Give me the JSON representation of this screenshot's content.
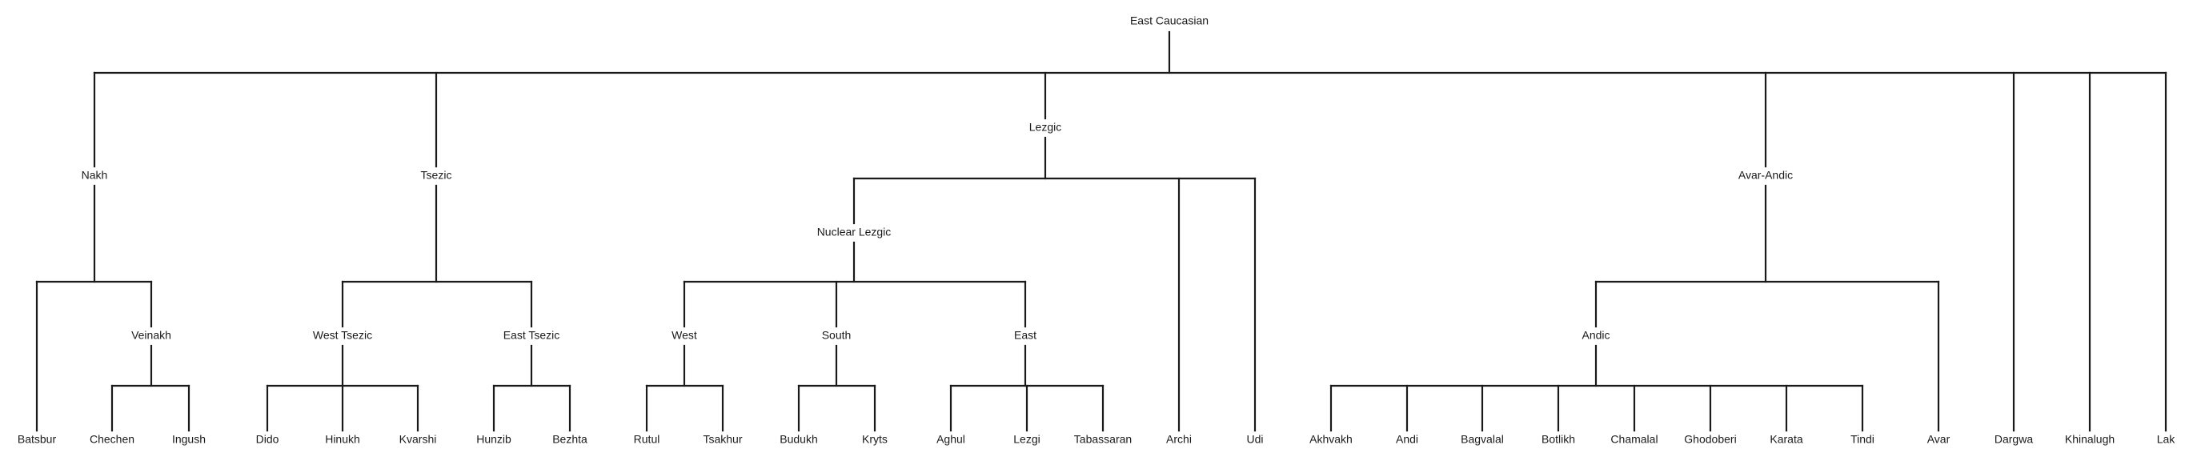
{
  "tree": {
    "root": "East Caucasian",
    "groups": {
      "nakh": "Nakh",
      "veinakh": "Veinakh",
      "tsezic": "Tsezic",
      "west_tsezic": "West Tsezic",
      "east_tsezic": "East Tsezic",
      "lezgic": "Lezgic",
      "nuclear_lezgic": "Nuclear Lezgic",
      "west": "West",
      "south": "South",
      "east": "East",
      "avar_andic": "Avar-Andic",
      "andic": "Andic"
    },
    "languages": {
      "batsbur": "Batsbur",
      "chechen": "Chechen",
      "ingush": "Ingush",
      "dido": "Dido",
      "hinukh": "Hinukh",
      "kvarshi": "Kvarshi",
      "hunzib": "Hunzib",
      "bezhta": "Bezhta",
      "rutul": "Rutul",
      "tsakhur": "Tsakhur",
      "budukh": "Budukh",
      "kryts": "Kryts",
      "aghul": "Aghul",
      "lezgi": "Lezgi",
      "tabassaran": "Tabassaran",
      "archi": "Archi",
      "udi": "Udi",
      "akhvakh": "Akhvakh",
      "andi": "Andi",
      "bagvalal": "Bagvalal",
      "botlikh": "Botlikh",
      "chamalal": "Chamalal",
      "ghodoberi": "Ghodoberi",
      "karata": "Karata",
      "tindi": "Tindi",
      "avar": "Avar",
      "dargwa": "Dargwa",
      "khinalugh": "Khinalugh",
      "lak": "Lak"
    }
  }
}
